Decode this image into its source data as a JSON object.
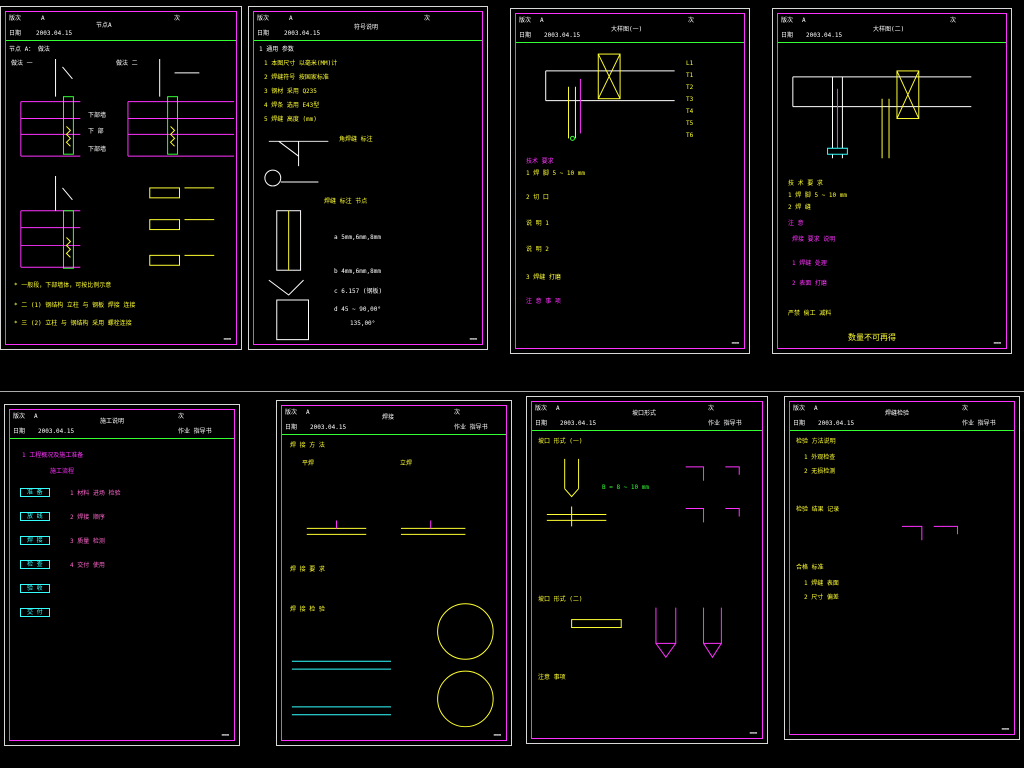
{
  "sheets": [
    {
      "id": "s1",
      "rev_label": "版次",
      "rev": "A",
      "date_label": "日期",
      "date": "2003.04.15",
      "title": "节点A",
      "page": "次",
      "notes": [
        "节点 A：  做法",
        "做法 一",
        "做法 二",
        "下部墙",
        "下 部",
        "下部墙",
        "* 一般段，下部墙体，可按比例示意",
        "* 二 (1) 钢结构 立柱 与 钢板 焊接 连接",
        "* 三 (2) 立柱 与 钢结构 采用 螺栓连接"
      ]
    },
    {
      "id": "s2",
      "rev_label": "版次",
      "rev": "A",
      "date_label": "日期",
      "date": "2003.04.15",
      "title": "符号说明",
      "page": "次",
      "notes": [
        "1 通用 参数",
        "1  本图尺寸 以毫米(MM)计",
        "2  焊缝符号 按国家标准",
        "3  钢材 采用 Q235",
        "4  焊条 选用 E43型",
        "5  焊缝 高度 (mm)",
        "角焊缝 标注",
        "焊缝 标注 节点",
        "a  5mm,6mm,8mm",
        "b  4mm,6mm,8mm",
        "c  6.157 (钢板)",
        "d  45 ~ 90,00°",
        "135,00°"
      ]
    },
    {
      "id": "s3",
      "rev_label": "版次",
      "rev": "A",
      "date_label": "日期",
      "date": "2003.04.15",
      "title": "大样图(一)",
      "page": "次",
      "notes": [
        "L1",
        "T1",
        "T2",
        "T3",
        "T4",
        "T5",
        "T6",
        "技术 要求",
        "1  焊 脚 5 ~ 10 mm",
        "2  切 口",
        "说 明 1",
        "说 明 2",
        "3  焊缝 打磨",
        "注 意 事 项"
      ]
    },
    {
      "id": "s4",
      "rev_label": "版次",
      "rev": "A",
      "date_label": "日期",
      "date": "2003.04.15",
      "title": "大样图(二)",
      "page": "次",
      "notes": [
        "技 术 要 求",
        "1  焊 脚 5 ~ 10 mm",
        "2  焊 缝",
        "注 意",
        "焊接 要求 说明",
        "1  焊缝 处理",
        "2  表面 打磨",
        "严禁 偷工 减料",
        "数量不可再得"
      ]
    },
    {
      "id": "s5",
      "rev_label": "版次",
      "rev": "A",
      "date_label": "日期",
      "date": "2003.04.15",
      "title": "施工说明",
      "page": "次",
      "subtitle": "作业 指导书",
      "notes": [
        "1 工程概况及施工准备",
        "施工流程",
        "准 备",
        "放 线",
        "焊 接",
        "检 查",
        "验 收",
        "交 付",
        "1  材料 进场 检验",
        "2  焊接 顺序",
        "3  质量 检测",
        "4  交付 使用"
      ]
    },
    {
      "id": "s6",
      "rev_label": "版次",
      "rev": "A",
      "date_label": "日期",
      "date": "2003.04.15",
      "title": "焊接",
      "page": "次",
      "subtitle": "作业 指导书",
      "notes": [
        "焊 接 方 法",
        "平焊",
        "立焊",
        "焊 接 要 求",
        "焊 接 检 验"
      ]
    },
    {
      "id": "s7",
      "rev_label": "版次",
      "rev": "A",
      "date_label": "日期",
      "date": "2003.04.15",
      "title": "坡口形式",
      "page": "次",
      "subtitle": "作业 指导书",
      "notes": [
        "坡口 形式 (一)",
        "B = 8 ~ 10 mm",
        "坡口 形式 (二)",
        "注意 事项"
      ]
    },
    {
      "id": "s8",
      "rev_label": "版次",
      "rev": "A",
      "date_label": "日期",
      "date": "2003.04.15",
      "title": "焊缝检验",
      "page": "次",
      "subtitle": "作业 指导书",
      "notes": [
        "检验 方法说明",
        "1  外观检查",
        "2  无损检测",
        "检验 结果 记录",
        "合格 标准",
        "1  焊缝 表面",
        "2  尺寸 偏差"
      ]
    }
  ]
}
